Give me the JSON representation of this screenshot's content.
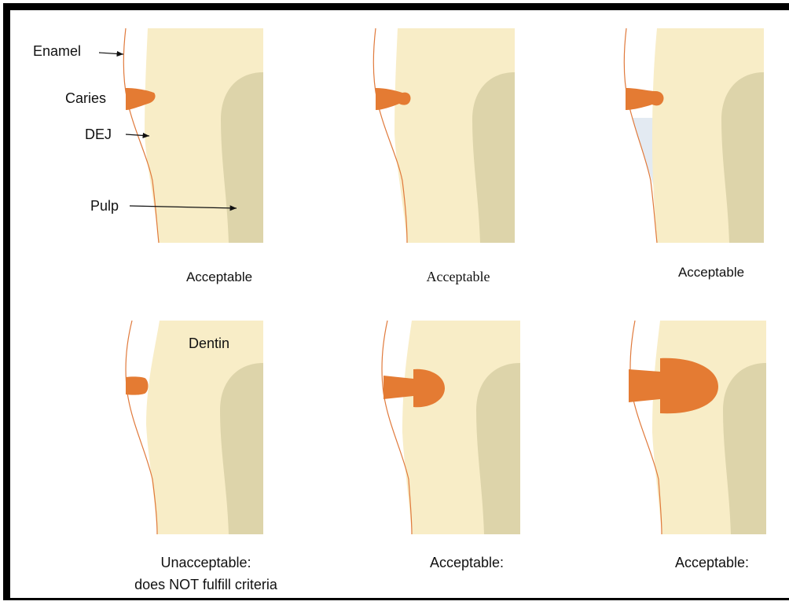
{
  "labels": {
    "enamel": "Enamel",
    "caries": "Caries",
    "dej": "DEJ",
    "pulp": "Pulp",
    "dentin": "Dentin"
  },
  "captions": {
    "panel1": "Acceptable",
    "panel2": "Acceptable",
    "panel3": "Acceptable",
    "panel4_line1": "Unacceptable:",
    "panel4_line2": "does NOT fulfill criteria",
    "panel5": "Acceptable:",
    "panel6": "Acceptable:"
  },
  "colors": {
    "enamel": "#ffffff",
    "dentin": "#f8edc7",
    "pulp": "#ddd4aa",
    "caries": "#e47b33",
    "outline": "#e07a3c"
  }
}
